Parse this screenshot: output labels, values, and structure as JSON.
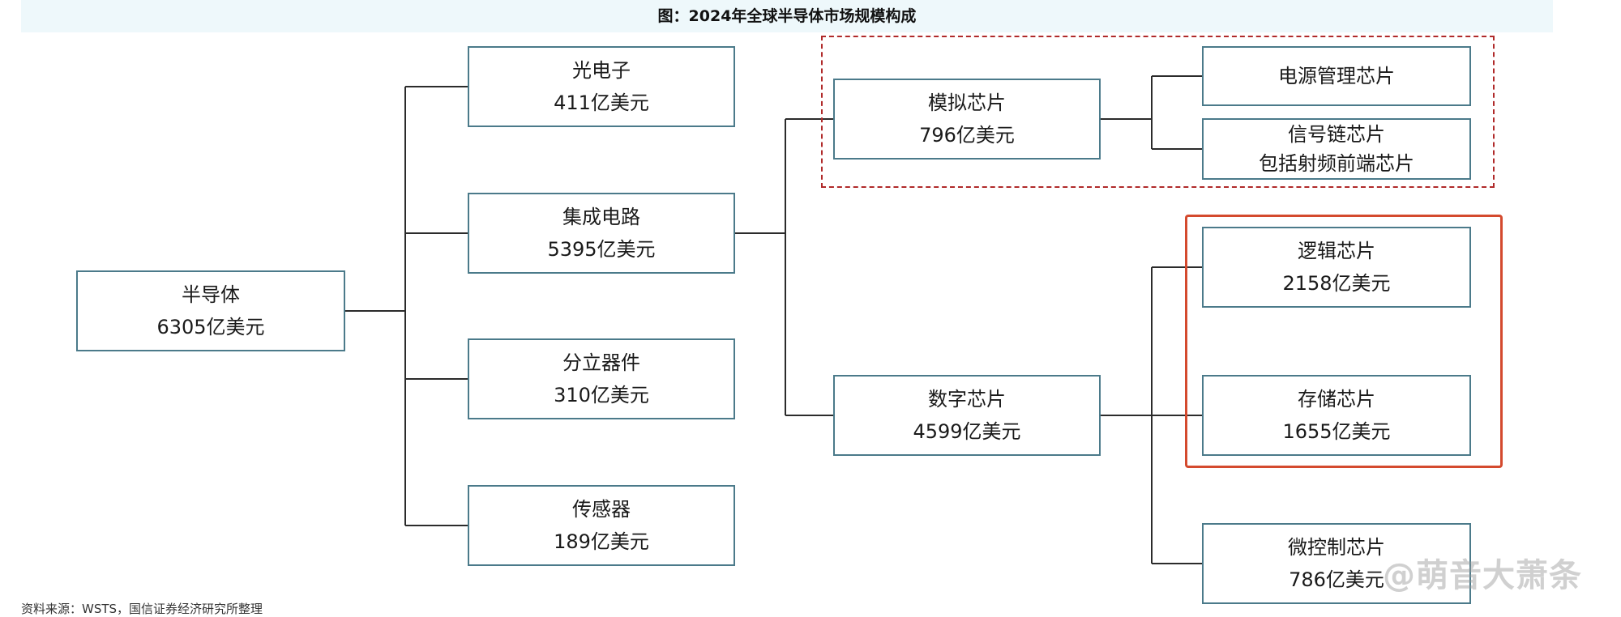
{
  "title": "图：2024年全球半导体市场规模构成",
  "source": "资料来源：WSTS，国信证券经济研究所整理",
  "watermark": "@萌音大萧条",
  "colors": {
    "node_border": "#4b7a8a",
    "connector": "#2b2b2b",
    "highlight_dashed": "#b02a2a",
    "highlight_solid": "#d44a2e",
    "title_bar": "#eef8fb"
  },
  "tree": {
    "root": {
      "name": "半导体",
      "value": "6305亿美元"
    },
    "level1": [
      {
        "name": "光电子",
        "value": "411亿美元"
      },
      {
        "name": "集成电路",
        "value": "5395亿美元"
      },
      {
        "name": "分立器件",
        "value": "310亿美元"
      },
      {
        "name": "传感器",
        "value": "189亿美元"
      }
    ],
    "ic_children": [
      {
        "name": "模拟芯片",
        "value": "796亿美元"
      },
      {
        "name": "数字芯片",
        "value": "4599亿美元"
      }
    ],
    "analog_children": [
      {
        "name": "电源管理芯片"
      },
      {
        "name": "信号链芯片",
        "value": "包括射频前端芯片"
      }
    ],
    "digital_children": [
      {
        "name": "逻辑芯片",
        "value": "2158亿美元"
      },
      {
        "name": "存储芯片",
        "value": "1655亿美元"
      },
      {
        "name": "微控制芯片",
        "value": "786亿美元"
      }
    ]
  }
}
